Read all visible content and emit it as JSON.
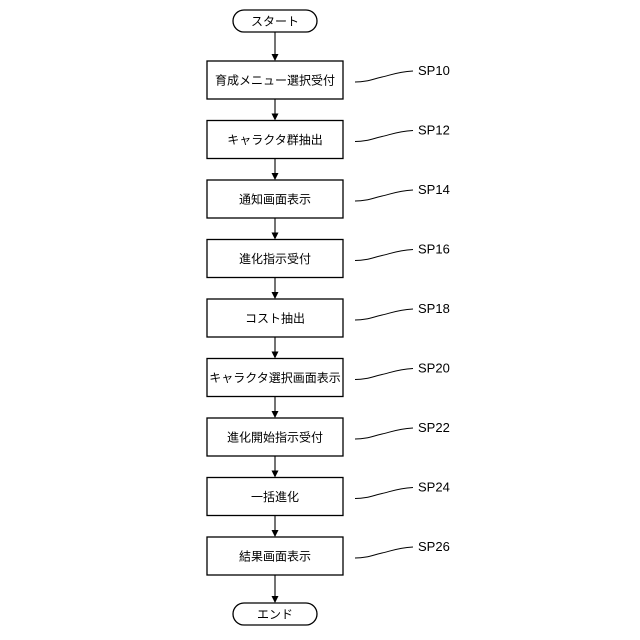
{
  "flowchart": {
    "start": "スタート",
    "end": "エンド",
    "steps": [
      {
        "text": "育成メニュー選択受付",
        "label": "SP10"
      },
      {
        "text": "キャラクタ群抽出",
        "label": "SP12"
      },
      {
        "text": "通知画面表示",
        "label": "SP14"
      },
      {
        "text": "進化指示受付",
        "label": "SP16"
      },
      {
        "text": "コスト抽出",
        "label": "SP18"
      },
      {
        "text": "キャラクタ選択画面表示",
        "label": "SP20"
      },
      {
        "text": "進化開始指示受付",
        "label": "SP22"
      },
      {
        "text": "一括進化",
        "label": "SP24"
      },
      {
        "text": "結果画面表示",
        "label": "SP26"
      }
    ]
  }
}
